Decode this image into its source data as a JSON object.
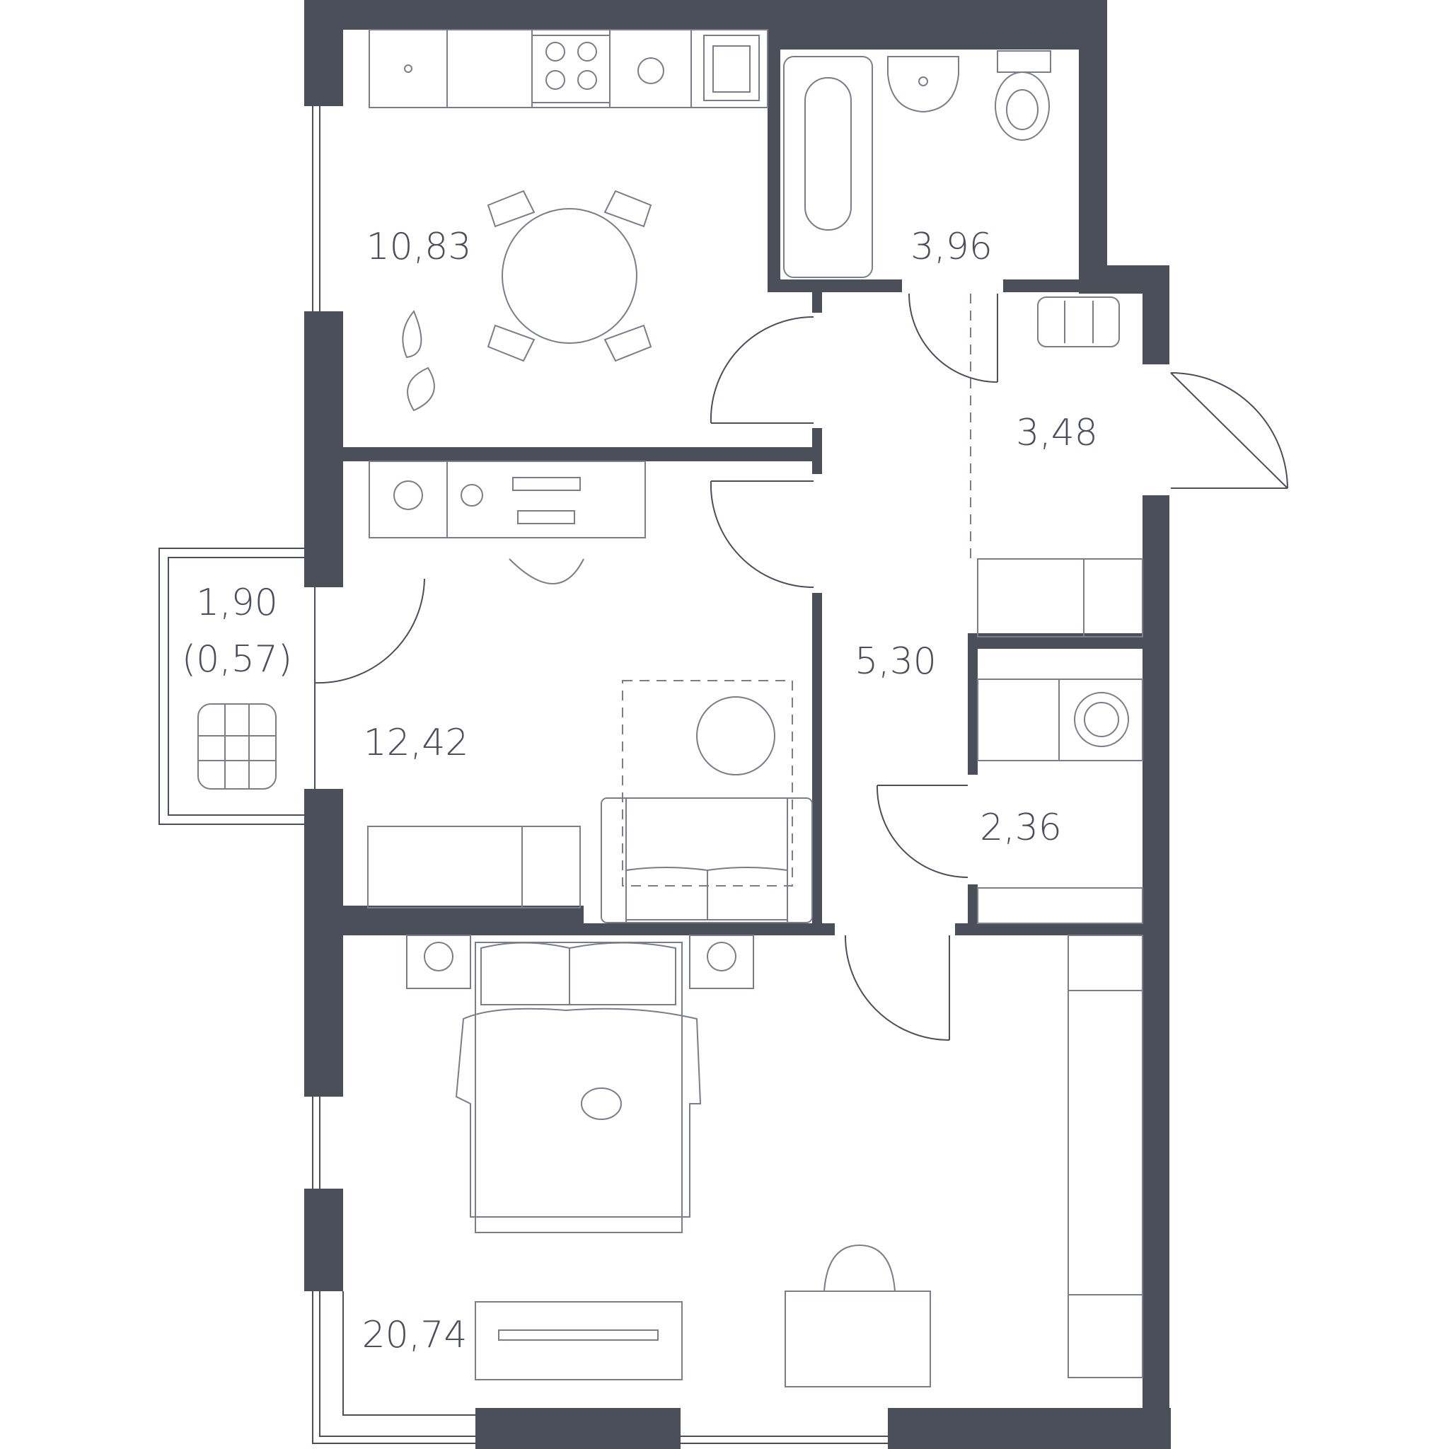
{
  "floorplan": {
    "colors": {
      "wall": "#4b4f5a",
      "line": "#7a7e88",
      "background": "#ffffff"
    },
    "rooms": {
      "kitchen": {
        "area": "10,83"
      },
      "bathroom": {
        "area": "3,96"
      },
      "hallway_entry": {
        "area": "3,48"
      },
      "corridor": {
        "area": "5,30"
      },
      "balcony": {
        "area": "1,90",
        "reduced_area": "(0,57)"
      },
      "living_room": {
        "area": "12,42"
      },
      "storage": {
        "area": "2,36"
      },
      "bedroom": {
        "area": "20,74"
      }
    }
  }
}
